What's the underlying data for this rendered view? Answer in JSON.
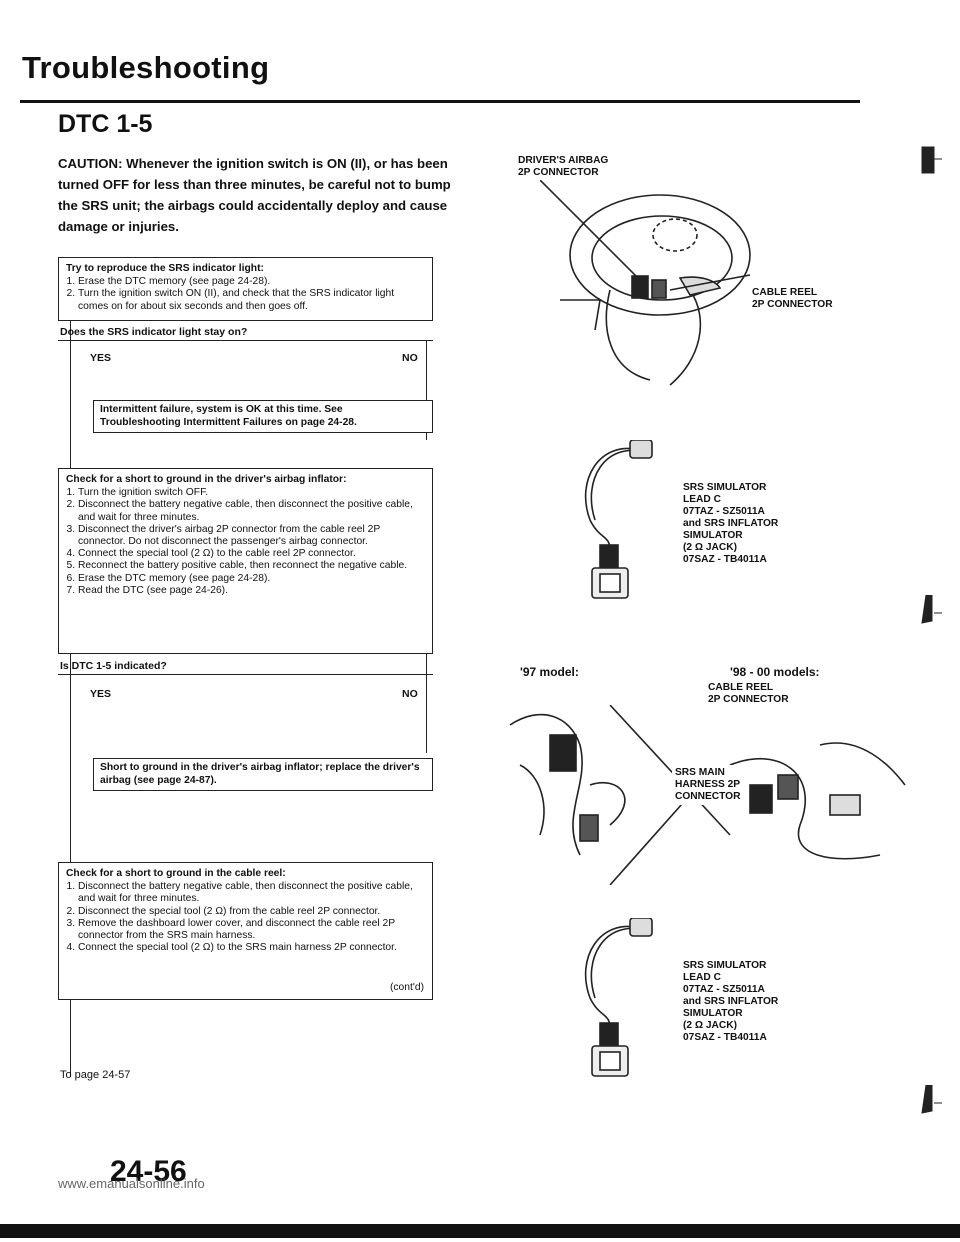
{
  "page": {
    "title": "Troubleshooting",
    "section": "DTC 1-5",
    "caution": "CAUTION: Whenever the ignition switch is ON (II), or has been turned OFF for less than three minutes, be careful not to bump the SRS unit; the airbags could accidentally deploy and cause damage or injuries.",
    "page_number": "24-56",
    "to_page": "To page 24-57",
    "url": "www.emanualsonline.info"
  },
  "flow": {
    "step1": {
      "heading": "Try to reproduce the SRS indicator light:",
      "items": [
        "Erase the DTC memory (see page 24-28).",
        "Turn the ignition switch ON (II), and check that the SRS indicator light comes on for about six seconds and then goes off."
      ]
    },
    "q1": "Does the SRS indicator light stay on?",
    "yes1": "YES",
    "no1": "NO",
    "result1": "Intermittent failure, system is OK at this time. See Troubleshooting Intermittent Failures on page 24-28.",
    "step2": {
      "heading": "Check for a short to ground in the driver's airbag inflator:",
      "items": [
        "Turn the ignition switch OFF.",
        "Disconnect the battery negative cable, then disconnect the positive cable, and wait for three minutes.",
        "Disconnect the driver's airbag 2P connector from the cable reel 2P connector. Do not disconnect the passenger's airbag connector.",
        "Connect the special tool (2 Ω) to the cable reel 2P connector.",
        "Reconnect the battery positive cable, then reconnect the negative cable.",
        "Erase the DTC memory (see page 24-28).",
        "Read the DTC (see page 24-26)."
      ]
    },
    "q2": "Is DTC 1-5 indicated?",
    "yes2": "YES",
    "no2": "NO",
    "result2": "Short to ground in the driver's airbag inflator; replace the driver's airbag (see page 24-87).",
    "step3": {
      "heading": "Check for a short to ground in the cable reel:",
      "items": [
        "Disconnect the battery negative cable, then disconnect the positive cable, and wait for three minutes.",
        "Disconnect the special tool (2 Ω) from the cable reel 2P connector.",
        "Remove the dashboard lower cover, and disconnect the cable reel 2P connector from the SRS main harness.",
        "Connect the special tool (2 Ω) to the SRS main harness 2P connector."
      ],
      "contd": "(cont'd)"
    }
  },
  "figure1": {
    "label_airbag_line1": "DRIVER'S AIRBAG",
    "label_airbag_line2": "2P CONNECTOR",
    "label_reel_line1": "CABLE REEL",
    "label_reel_line2": "2P CONNECTOR",
    "sim_line1": "SRS SIMULATOR",
    "sim_line2": "LEAD C",
    "sim_line3": "07TAZ - SZ5011A",
    "sim_line4": "and SRS INFLATOR",
    "sim_line5": "SIMULATOR",
    "sim_line6": "(2 Ω JACK)",
    "sim_line7": "07SAZ - TB4011A"
  },
  "figure2": {
    "model97": "'97 model:",
    "model98": "'98 - 00 models:",
    "label_reel_line1": "CABLE REEL",
    "label_reel_line2": "2P CONNECTOR",
    "label_harness_line1": "SRS MAIN",
    "label_harness_line2": "HARNESS 2P",
    "label_harness_line3": "CONNECTOR",
    "sim_line1": "SRS SIMULATOR",
    "sim_line2": "LEAD C",
    "sim_line3": "07TAZ - SZ5011A",
    "sim_line4": "and SRS INFLATOR",
    "sim_line5": "SIMULATOR",
    "sim_line6": "(2 Ω JACK)",
    "sim_line7": "07SAZ - TB4011A"
  }
}
